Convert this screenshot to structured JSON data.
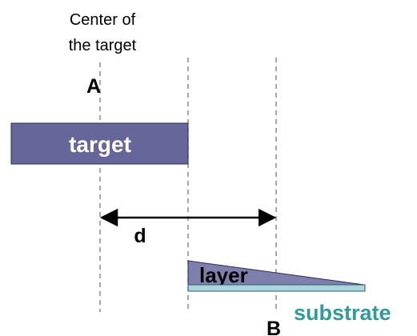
{
  "labels": {
    "center_line1": "Center of",
    "center_line2": "the target",
    "point_a": "A",
    "point_b": "B",
    "target": "target",
    "distance": "d",
    "layer": "layer",
    "substrate": "substrate"
  },
  "colors": {
    "target_fill": "#66669a",
    "layer_fill": "#7f7fae",
    "substrate_fill": "#a7d7dc",
    "substrate_text": "#339999",
    "guide_line": "#8c8c8c",
    "arrow": "#000000"
  }
}
